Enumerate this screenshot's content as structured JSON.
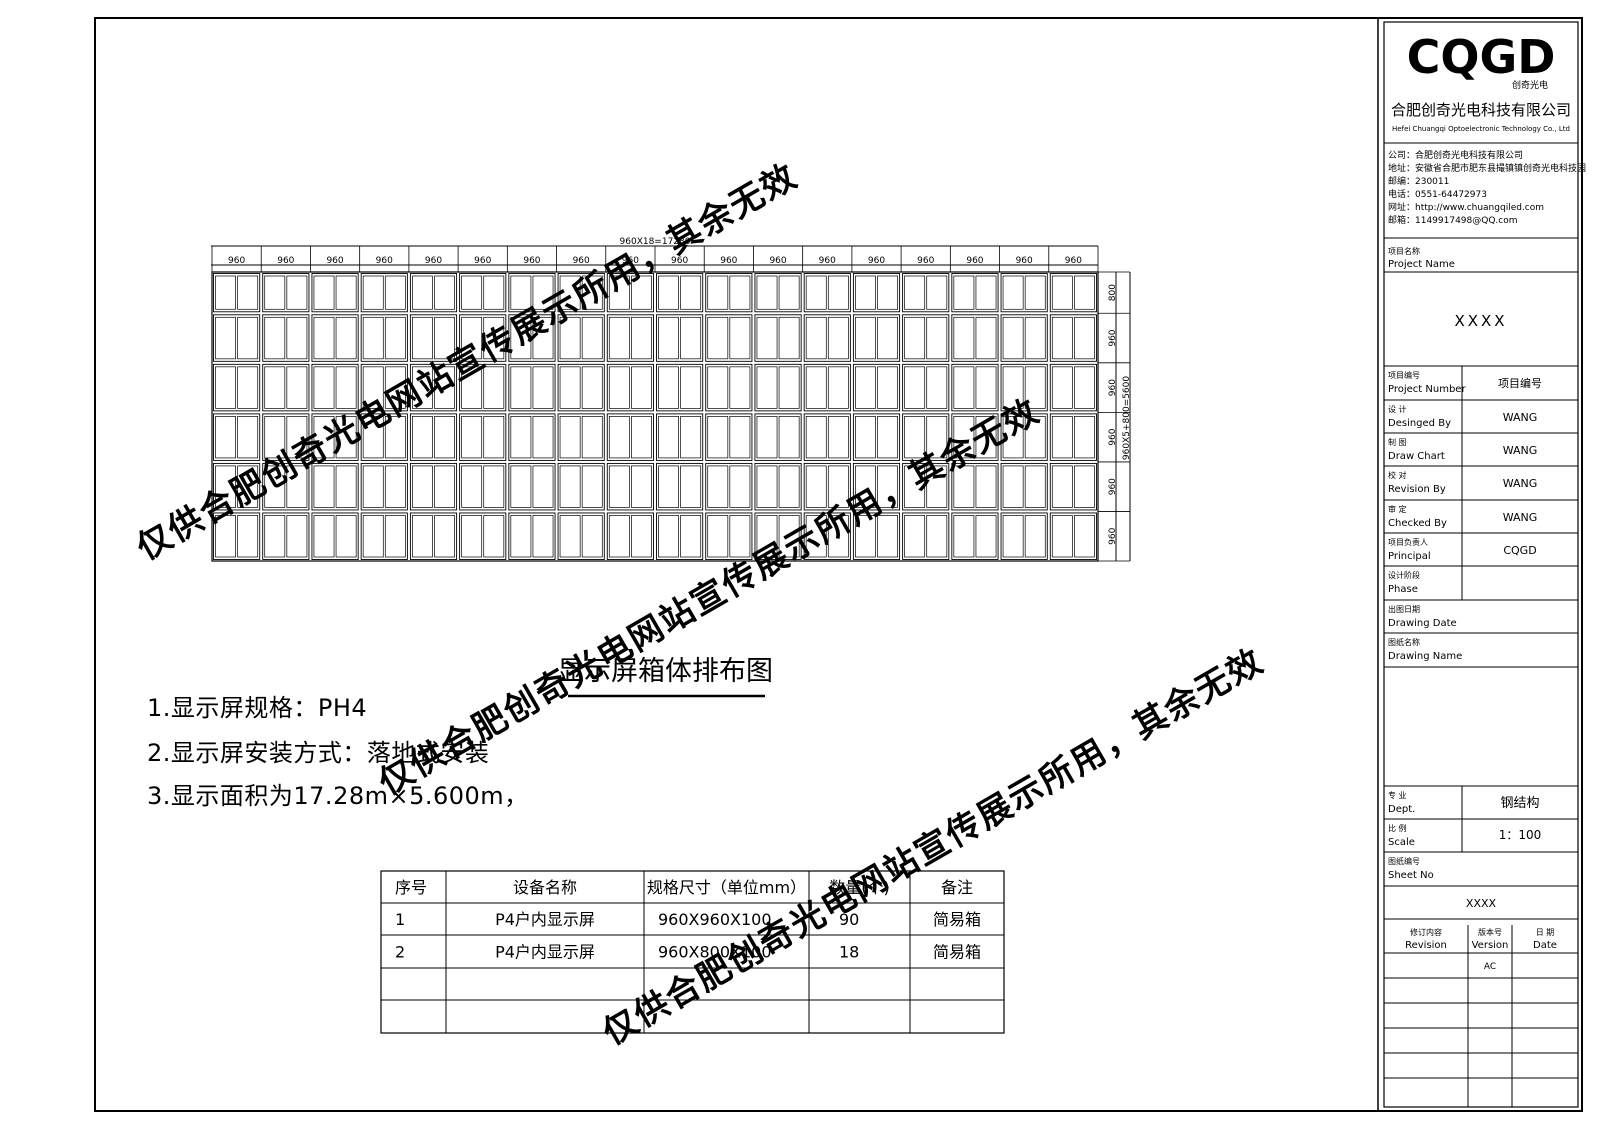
{
  "drawing": {
    "total_width_label": "960X18=17280",
    "column_label": "960",
    "column_count": 18,
    "row_count": 6,
    "row_labels": [
      "800",
      "960",
      "960",
      "960",
      "960",
      "960"
    ],
    "total_height_label": "960X5+800=5600",
    "title": "显示屏箱体排布图"
  },
  "notes": [
    "1.显示屏规格：PH4",
    "2.显示屏安装方式：落地式安装",
    "3.显示面积为17.28m×5.600m，"
  ],
  "table": {
    "headers": [
      "序号",
      "设备名称",
      "规格尺寸（单位mm）",
      "数量(个)",
      "备注"
    ],
    "rows": [
      [
        "1",
        "P4户内显示屏",
        "960X960X100",
        "90",
        "简易箱"
      ],
      [
        "2",
        "P4户内显示屏",
        "960X800X100",
        "18",
        "简易箱"
      ],
      [
        "",
        "",
        "",
        "",
        ""
      ],
      [
        "",
        "",
        "",
        "",
        ""
      ]
    ]
  },
  "title_block": {
    "logo": "CQGD",
    "logo_sub": "创奇光电",
    "company_cn": "合肥创奇光电科技有限公司",
    "company_en": "Hefei Chuangqi Optoelectronic Technology Co., Ltd",
    "info": [
      "公司：合肥创奇光电科技有限公司",
      "地址：安徽省合肥市肥东县撮镇镇创奇光电科技园",
      "邮编：230011",
      "电话：0551-64472973",
      "网址：http://www.chuangqiled.com",
      "邮箱：1149917498@QQ.com"
    ],
    "project_name_cn": "项目名称",
    "project_name_en": "Project Name",
    "project_name_value": "XXXX",
    "fields": [
      {
        "cn": "项目编号",
        "en": "Project Number",
        "value": "项目编号"
      },
      {
        "cn": "设  计",
        "en": "Desinged By",
        "value": "WANG"
      },
      {
        "cn": "制  图",
        "en": "Draw Chart",
        "value": "WANG"
      },
      {
        "cn": "校  对",
        "en": "Revision By",
        "value": "WANG"
      },
      {
        "cn": "审  定",
        "en": "Checked By",
        "value": "WANG"
      },
      {
        "cn": "项目负责人",
        "en": "Principal",
        "value": "CQGD"
      },
      {
        "cn": "设计阶段",
        "en": "Phase",
        "value": ""
      },
      {
        "cn": "出图日期",
        "en": "Drawing Date",
        "value": ""
      }
    ],
    "drawing_name_cn": "图纸名称",
    "drawing_name_en": "Drawing Name",
    "dept_cn": "专  业",
    "dept_en": "Dept.",
    "dept_value": "钢结构",
    "scale_cn": "比  例",
    "scale_en": "Scale",
    "scale_value": "1：100",
    "sheet_no_cn": "图纸编号",
    "sheet_no_en": "Sheet No",
    "sheet_no_value": "XXXX",
    "revision_headers": [
      {
        "cn": "修订内容",
        "en": "Revision"
      },
      {
        "cn": "版本号",
        "en": "Version"
      },
      {
        "cn": "日  期",
        "en": "Date"
      }
    ],
    "revision_version": "AC"
  },
  "watermark": "仅供合肥创奇光电网站宣传展示所用，其余无效"
}
